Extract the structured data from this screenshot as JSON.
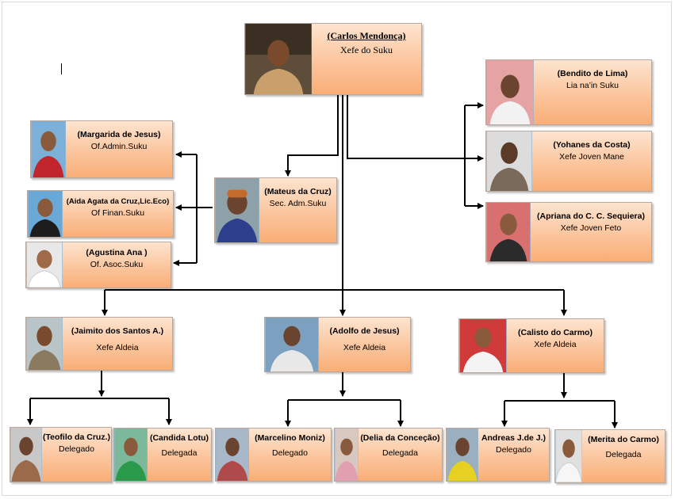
{
  "chief": {
    "name": "(Carlos Mendonça)",
    "role": "Xefe do Suku"
  },
  "advisors": [
    {
      "name": "(Bendito de Lima)",
      "role": "Lia na’in Suku"
    },
    {
      "name": "(Yohanes da Costa)",
      "role": "Xefe Joven Mane"
    },
    {
      "name": "(Apriana do C. C. Sequiera)",
      "role": "Xefe  Joven Feto"
    }
  ],
  "secretary": {
    "name": "(Mateus da Cruz)",
    "role": "Sec. Adm.Suku"
  },
  "officers": [
    {
      "name": "(Margarida de Jesus)",
      "role": "Of.Admin.Suku"
    },
    {
      "name": "(Aida Agata da Cruz,Lic.Eco)",
      "role": "Of Finan.Suku"
    },
    {
      "name": "(Agustina Ana )",
      "role": "Of. Asoc.Suku"
    }
  ],
  "aldeia_heads": [
    {
      "name": "(Jaimito dos Santos A.)",
      "role": "Xefe Aldeia"
    },
    {
      "name": "(Adolfo de Jesus)",
      "role": "Xefe Aldeia"
    },
    {
      "name": "(Calisto do Carmo)",
      "role": "Xefe Aldeia"
    }
  ],
  "delegates": [
    {
      "name": "(Teofilo da Cruz.)",
      "role": "Delegado"
    },
    {
      "name": "(Candida Lotu)",
      "role": "Delegada"
    },
    {
      "name": "(Marcelino Moniz)",
      "role": "Delegado"
    },
    {
      "name": "(Delia da Conceção)",
      "role": "Delegada"
    },
    {
      "name": "Andreas J.de J.)",
      "role": "Delegado"
    },
    {
      "name": "(Merita do Carmo)",
      "role": "Delegada"
    }
  ]
}
